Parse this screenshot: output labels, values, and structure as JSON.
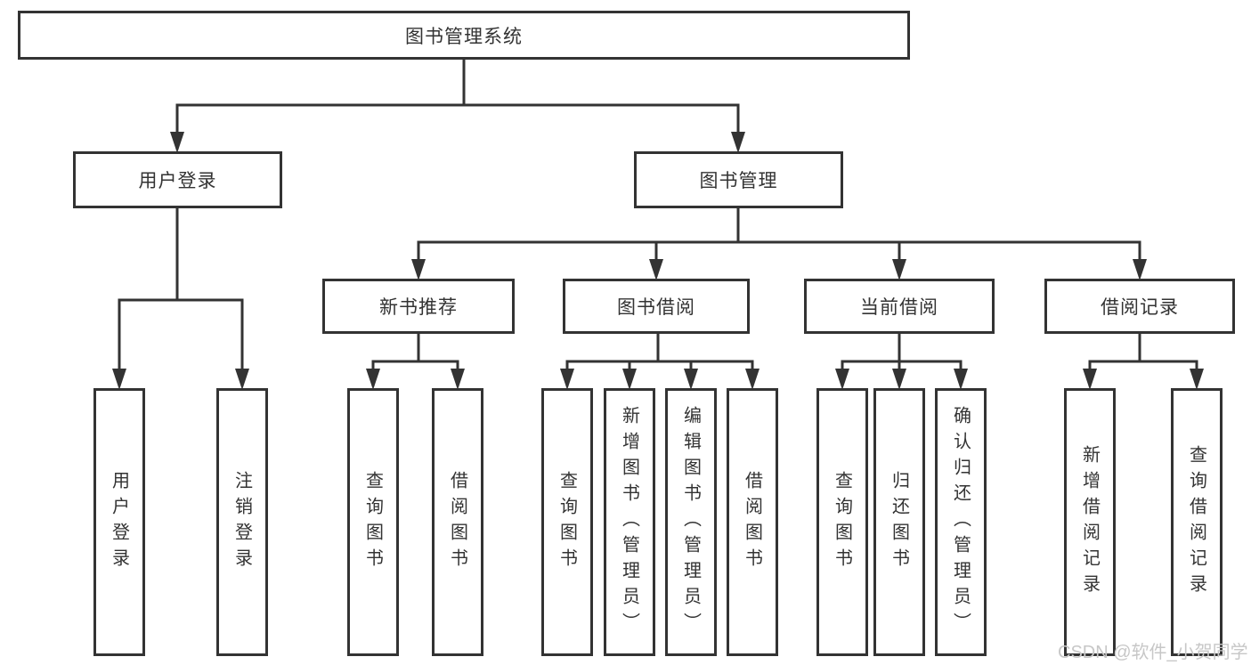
{
  "watermark": "CSDN @软件_小贺同学",
  "nodes": {
    "root": "图书管理系统",
    "user_login": "用户登录",
    "book_management": "图书管理",
    "new_book_recommend": "新书推荐",
    "book_borrow": "图书借阅",
    "current_borrow": "当前借阅",
    "borrow_records": "借阅记录",
    "leaf_user_login": "用户登录",
    "leaf_logout": "注销登录",
    "leaf_query_book_1": "查询图书",
    "leaf_borrow_book_1": "借阅图书",
    "leaf_query_book_2": "查询图书",
    "leaf_add_book_admin": "新增图书（管理员）",
    "leaf_edit_book_admin": "编辑图书（管理员）",
    "leaf_borrow_book_2": "借阅图书",
    "leaf_query_book_3": "查询图书",
    "leaf_return_book": "归还图书",
    "leaf_confirm_return_admin": "确认归还（管理员）",
    "leaf_add_borrow_record": "新增借阅记录",
    "leaf_query_borrow_record": "查询借阅记录"
  }
}
